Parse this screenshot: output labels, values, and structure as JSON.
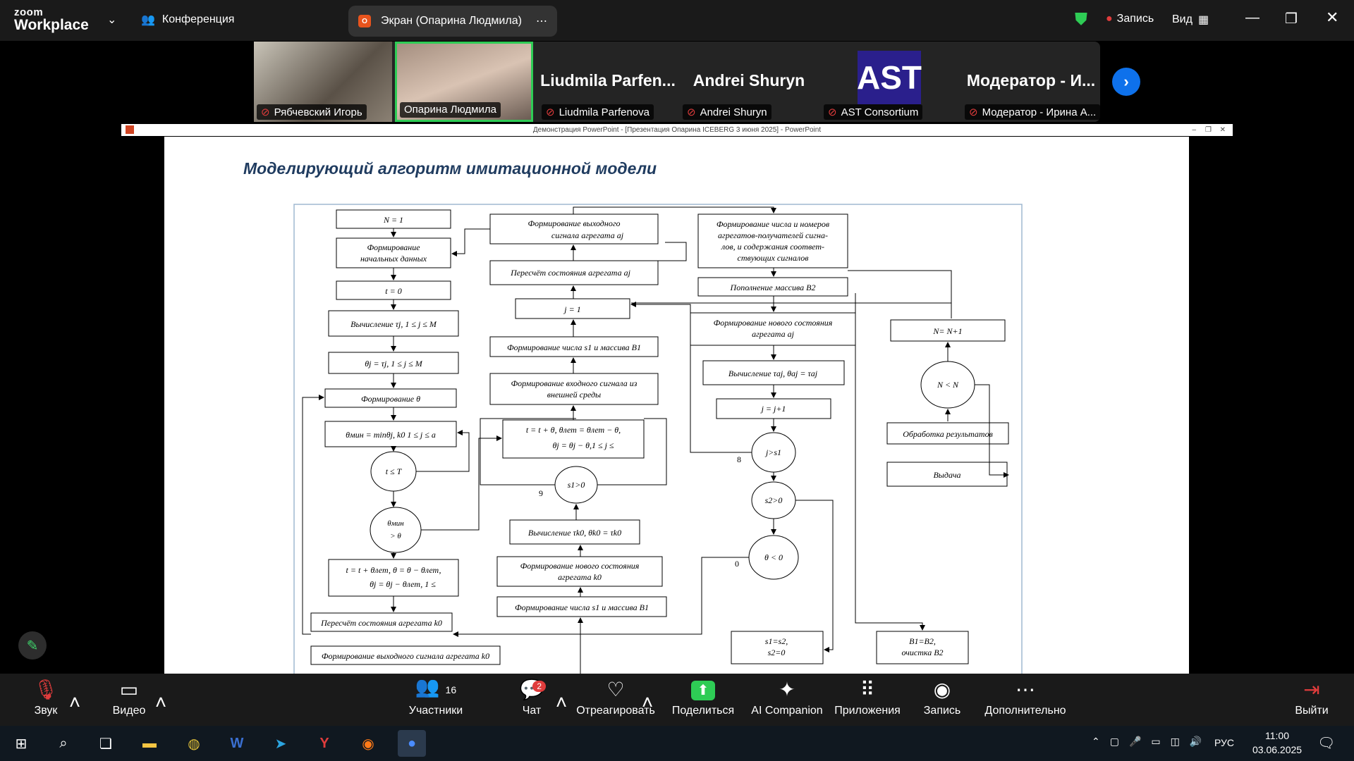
{
  "app": {
    "logo_line1": "zoom",
    "logo_line2": "Workplace",
    "meeting_label": "Конференция"
  },
  "share": {
    "label": "Экран (Опарина Людмила)",
    "app_badge": "O"
  },
  "recording": {
    "label": "Запись"
  },
  "view": {
    "label": "Вид"
  },
  "participants_strip": [
    {
      "name": "Рябчевский Игорь",
      "big": ""
    },
    {
      "name": "Опарина Людмила",
      "big": ""
    },
    {
      "name": "Liudmila Parfenova",
      "big": "Liudmila  Parfen..."
    },
    {
      "name": "Andrei Shuryn",
      "big": "Andrei Shuryn"
    },
    {
      "name": "AST Consortium",
      "big": "AST"
    },
    {
      "name": "Модератор - Ирина А...",
      "big": "Модератор - И..."
    }
  ],
  "ppt": {
    "title": "Демонстрация PowerPoint - [Презентация Опарина ICEBERG 3 июня 2025] - PowerPoint"
  },
  "slide": {
    "title": "Моделирующий алгоритм имитационной модели",
    "flow": {
      "b1": "N = 1",
      "b2a": "Формирование",
      "b2b": "начальных данных",
      "b3": "t = 0",
      "b4": "Вычисление τj, 1 ≤ j ≤ M",
      "b5": "θj = τj, 1 ≤ j ≤ M",
      "b6": "Формирование θ",
      "b7": "θмин = minθj, k0 1 ≤ j ≤ a",
      "c1": "t ≤ T",
      "c2a": "θмин",
      "c2b": "> θ",
      "b8a": "t = t + θлет, θ = θ − θлет,",
      "b8b": "θj = θj − θлет,  1 ≤",
      "b9": "Пересчёт состояния агрегата k0",
      "b10": "Формирование выходного сигнала агрегата k0",
      "m1a": "Формирование выходного",
      "m1b": "сигнала агрегата aj",
      "m2": "Пересчёт состояния агрегата aj",
      "m3": "j = 1",
      "m4": "Формирование числа s1 и массива B1",
      "m5a": "Формирование входного сигнала из",
      "m5b": "внешней среды",
      "m6a": "t = t + θ, θлет = θлет − θ,",
      "m6b": "θj = θj − θ,1 ≤ j ≤",
      "c3": "s1>0",
      "m7": "Вычисление τk0, θk0 = τk0",
      "m8a": "Формирование нового состояния",
      "m8b": "агрегата k0",
      "m9": "Формирование числа s1 и массива B1",
      "r1a": "Формирование числа и номеров",
      "r1b": "агрегатов-получателей сигна-",
      "r1c": "лов, и содержания соответ-",
      "r1d": "ствующих сигналов",
      "r2": "Пополнение массива B2",
      "r3a": "Формирование нового состояния",
      "r3b": "агрегата aj",
      "r4": "Вычисление τaj, θaj = τaj",
      "r5": "j = j+1",
      "c4": "j>s1",
      "c5": "s2>0",
      "c6": "θ < 0",
      "r6a": "s1=s2,",
      "r6b": "s2=0",
      "r7a": "B1=B2,",
      "r7b": "очистка B2",
      "f1": "N= N+1",
      "c7": "N < N",
      "f2": "Обработка результатов",
      "f3": "Выдача",
      "n8": "8",
      "n9": "9",
      "n0": "0"
    }
  },
  "toolbar": {
    "audio": "Звук",
    "video": "Видео",
    "participants": "Участники",
    "participants_count": "16",
    "chat": "Чат",
    "chat_badge": "2",
    "react": "Отреагировать",
    "share": "Поделиться",
    "ai": "AI Companion",
    "apps": "Приложения",
    "record": "Запись",
    "more": "Дополнительно",
    "leave": "Выйти"
  },
  "taskbar": {
    "lang": "РУС",
    "time": "11:00",
    "date": "03.06.2025"
  }
}
